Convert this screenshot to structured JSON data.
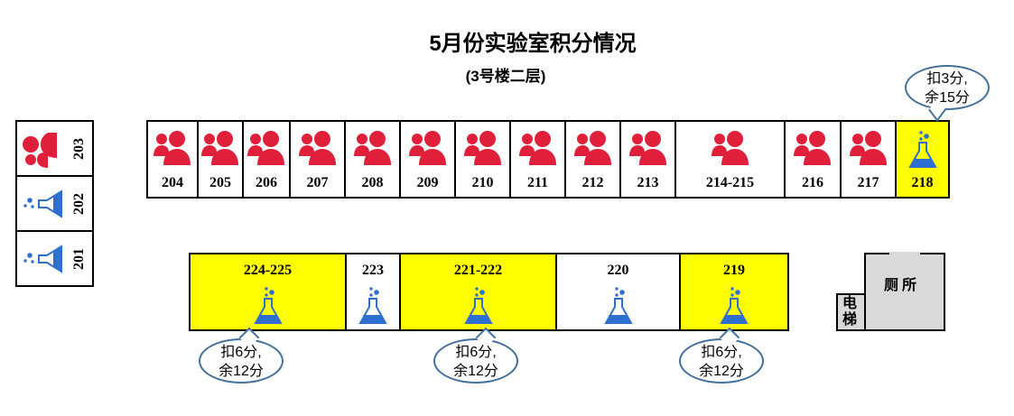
{
  "title": "5月份实验室积分情况",
  "subtitle": "(3号楼二层)",
  "colors": {
    "highlight": "#ffff00",
    "people": "#e0203a",
    "flask": "#2e6fd1",
    "bubble_border": "#41719c"
  },
  "side_rooms": [
    {
      "number": "203",
      "icon": "people-icon"
    },
    {
      "number": "202",
      "icon": "flask-icon"
    },
    {
      "number": "201",
      "icon": "flask-icon"
    }
  ],
  "top_rooms": [
    {
      "number": "204",
      "icon": "people-icon",
      "highlight": false
    },
    {
      "number": "205",
      "icon": "people-icon",
      "highlight": false
    },
    {
      "number": "206",
      "icon": "people-icon",
      "highlight": false
    },
    {
      "number": "207",
      "icon": "people-icon",
      "highlight": false
    },
    {
      "number": "208",
      "icon": "people-icon",
      "highlight": false
    },
    {
      "number": "209",
      "icon": "people-icon",
      "highlight": false
    },
    {
      "number": "210",
      "icon": "people-icon",
      "highlight": false
    },
    {
      "number": "211",
      "icon": "people-icon",
      "highlight": false
    },
    {
      "number": "212",
      "icon": "people-icon",
      "highlight": false
    },
    {
      "number": "213",
      "icon": "people-icon",
      "highlight": false
    },
    {
      "number": "214-215",
      "icon": "people-icon",
      "highlight": false
    },
    {
      "number": "216",
      "icon": "people-icon",
      "highlight": false
    },
    {
      "number": "217",
      "icon": "people-icon",
      "highlight": false
    },
    {
      "number": "218",
      "icon": "flask-icon",
      "highlight": true
    }
  ],
  "bottom_rooms": [
    {
      "number": "224-225",
      "icon": "flask-icon",
      "highlight": true
    },
    {
      "number": "223",
      "icon": "flask-icon",
      "highlight": false
    },
    {
      "number": "221-222",
      "icon": "flask-icon",
      "highlight": true
    },
    {
      "number": "220",
      "icon": "flask-icon",
      "highlight": false
    },
    {
      "number": "219",
      "icon": "flask-icon",
      "highlight": true
    }
  ],
  "callouts": [
    {
      "room": "218",
      "line1": "扣3分,",
      "line2": "余15分"
    },
    {
      "room": "224-225",
      "line1": "扣6分,",
      "line2": "余12分"
    },
    {
      "room": "221-222",
      "line1": "扣6分,",
      "line2": "余12分"
    },
    {
      "room": "219",
      "line1": "扣6分,",
      "line2": "余12分"
    }
  ],
  "facilities": {
    "toilet": "厕所",
    "elevator": "电梯"
  }
}
